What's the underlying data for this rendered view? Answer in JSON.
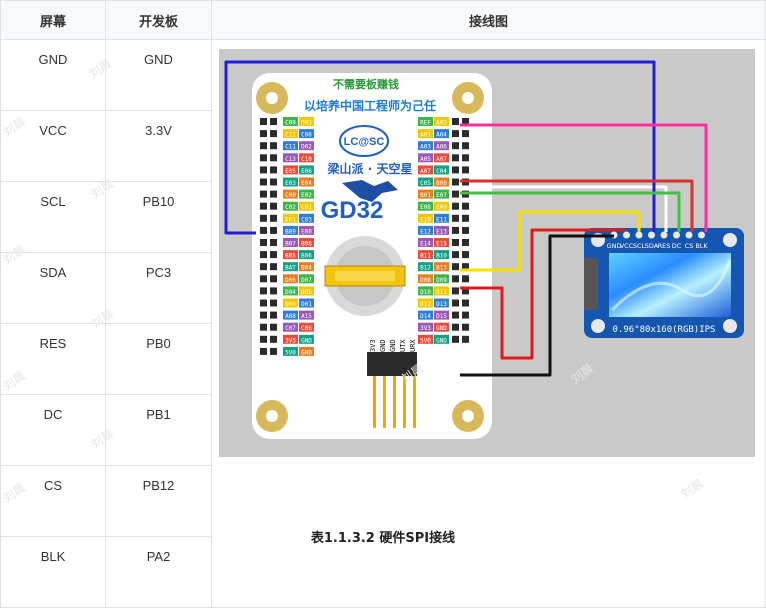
{
  "table": {
    "headers": [
      "屏幕",
      "开发板",
      "接线图"
    ],
    "rows": [
      {
        "screen": "GND",
        "board": "GND"
      },
      {
        "screen": "VCC",
        "board": "3.3V"
      },
      {
        "screen": "SCL",
        "board": "PB10"
      },
      {
        "screen": "SDA",
        "board": "PC3"
      },
      {
        "screen": "RES",
        "board": "PB0"
      },
      {
        "screen": "DC",
        "board": "PB1"
      },
      {
        "screen": "CS",
        "board": "PB12"
      },
      {
        "screen": "BLK",
        "board": "PA2"
      }
    ]
  },
  "caption": "表1.1.3.2 硬件SPI接线",
  "watermark": "刘晨",
  "diagram": {
    "slogan_line1": "不需要板赚钱",
    "slogan_line2": "以培养中国工程师为己任",
    "lcsc_logo": "LC@SC",
    "brand": "梁山派 · 天空星",
    "chip": "GD32",
    "left_header": [
      "C09",
      "D03",
      "C12",
      "C08",
      "C11",
      "D02",
      "C13",
      "C10",
      "E05",
      "E06",
      "E03",
      "E04",
      "C00",
      "E02",
      "C02",
      "C01",
      "E01",
      "C03",
      "B09",
      "E00",
      "B07",
      "B08",
      "B05",
      "B06",
      "BAT",
      "B04",
      "D06",
      "D07",
      "D04",
      "D05",
      "D00",
      "D01",
      "A08",
      "A15",
      "C07",
      "C06",
      "3V3",
      "GND",
      "5V0",
      "GND"
    ],
    "right_header": [
      "REF",
      "A02",
      "A01",
      "A04",
      "A03",
      "A06",
      "A05",
      "A07",
      "A07",
      "C04",
      "C05",
      "B00",
      "B01",
      "E07",
      "E08",
      "E09",
      "E10",
      "E11",
      "E12",
      "E13",
      "E14",
      "E15",
      "B11",
      "B10",
      "B12",
      "B13",
      "D08",
      "D09",
      "D10",
      "D11",
      "D12",
      "D13",
      "D14",
      "D15",
      "3V3",
      "GND",
      "5V0",
      "GND"
    ],
    "bottom_header": [
      "3V3",
      "GND",
      "GND",
      "UTX",
      "URX"
    ],
    "screen_pins": [
      "GND",
      "VCC",
      "SCL",
      "SDA",
      "RES",
      "DC",
      "CS",
      "BLK"
    ],
    "screen_label": "0.96\"80x160(RGB)IPS",
    "wire_colors": {
      "GND": "#111111",
      "VCC": "#e01a1a",
      "SCL": "#f5e000",
      "SDA": "#ffffff",
      "RES": "#d63030",
      "DC": "#3fc23f",
      "CS": "#ff2d9e",
      "BLK": "#1f1fd8",
      "board": "#ffffff",
      "background": "#c9c9c9",
      "pad": "#d7b95b"
    }
  }
}
